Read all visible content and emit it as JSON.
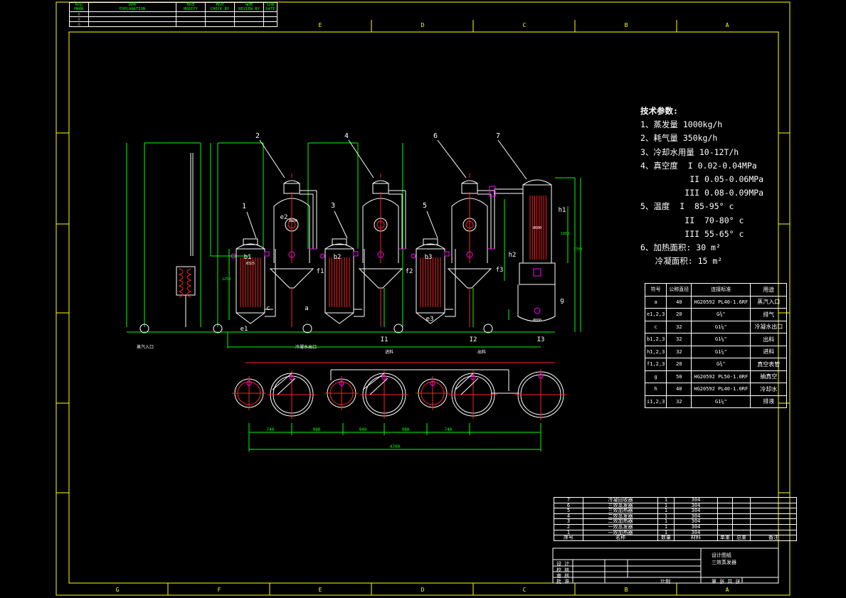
{
  "revision_table": {
    "headers": [
      "MARK",
      "EXPLANATION",
      "MODIFY",
      "CHECK BY",
      "REVIEW BY",
      "DATE"
    ],
    "header_cn": [
      "标记",
      "说明",
      "修改",
      "校对",
      "审核",
      "日期"
    ]
  },
  "grid": {
    "cols_top": [
      "E",
      "D",
      "C",
      "B",
      "A"
    ],
    "cols_bottom": [
      "G",
      "F",
      "E",
      "D",
      "C",
      "B",
      "A"
    ]
  },
  "equipment_tags": [
    "1",
    "2",
    "3",
    "4",
    "5",
    "6",
    "7"
  ],
  "line_labels": {
    "e1": "e1",
    "e2": "e2",
    "e3": "e3",
    "b1": "b1",
    "b2": "b2",
    "b3": "b3",
    "c": "c",
    "a": "a",
    "f1": "f1",
    "f2": "f2",
    "f3": "f3",
    "h1": "h1",
    "h2": "h2",
    "g": "g",
    "i1": "I1",
    "i2": "I2",
    "i3": "I3"
  },
  "dimensions": {
    "plan": [
      "740",
      "980",
      "940",
      "980",
      "740"
    ],
    "total": "4700",
    "d600": "Ø600",
    "d800": "Ø800",
    "d325": "Ø325",
    "h1": "1800",
    "h2": "3700",
    "h3": "2250"
  },
  "bottom_labels": [
    "蒸汽入口",
    "冷凝水出口",
    "进料",
    "出料"
  ],
  "tech_params": {
    "title": "技术参数:",
    "lines": [
      "1、蒸发量 1000kg/h",
      "2、耗气量 350kg/h",
      "3、冷却水用量 10-12T/h",
      "4、真空度  I 0.02-0.04MPa",
      "          II 0.05-0.06MPa",
      "         III 0.08-0.09MPa",
      "5、温度  I  85-95° c",
      "         II  70-80° c",
      "         III 55-65° c",
      "6、加热面积: 30 m²",
      "   冷凝面积: 15 m²"
    ]
  },
  "nozzle_table": {
    "headers": [
      "符号",
      "公称直径",
      "连接标准",
      "用途"
    ],
    "rows": [
      [
        "a",
        "40",
        "HG20592 PL40-1.6RF",
        "蒸汽入口"
      ],
      [
        "e1,2,3",
        "20",
        "G¾\"",
        "排气"
      ],
      [
        "c",
        "32",
        "G1¼\"",
        "冷凝水出口"
      ],
      [
        "b1,2,3",
        "32",
        "G1¼\"",
        "出料"
      ],
      [
        "h1,2,3",
        "32",
        "G1¼\"",
        "进料"
      ],
      [
        "f1,2,3",
        "20",
        "G¾\"",
        "真空表管"
      ],
      [
        "g",
        "50",
        "HG20592 PL50-1.0RF",
        "抽真空"
      ],
      [
        "h",
        "40",
        "HG20592 PL40-1.0RF",
        "冷却水"
      ],
      [
        "i1,2,3",
        "32",
        "G1¼\"",
        "排液"
      ]
    ]
  },
  "bom": {
    "rows": [
      [
        "7",
        "冷凝回收器",
        "1",
        "304"
      ],
      [
        "6",
        "三效蒸发器",
        "1",
        "304"
      ],
      [
        "5",
        "三效加热器",
        "1",
        "304"
      ],
      [
        "4",
        "二效蒸发器",
        "1",
        "304"
      ],
      [
        "3",
        "二效加热器",
        "1",
        "304"
      ],
      [
        "2",
        "一效蒸发器",
        "1",
        "304"
      ],
      [
        "1",
        "一效加热器",
        "1",
        "304"
      ]
    ],
    "header": [
      "序号",
      "名称",
      "数量",
      "材料",
      "单重",
      "总重",
      "备注"
    ]
  },
  "title_block": {
    "project": "设计图纸",
    "drawing": "三效蒸发器",
    "roles": [
      "设 计",
      "校 核",
      "审 核",
      "批 准"
    ],
    "scale_label": "比例",
    "sheet": "第  张  共  张"
  },
  "colors": {
    "frame": "#ffff00",
    "pipe": "#00ff00",
    "vessel": "#ffffff",
    "tubes": "#ff2020",
    "nozzle": "#ff00ff",
    "dim": "#00ff00"
  }
}
